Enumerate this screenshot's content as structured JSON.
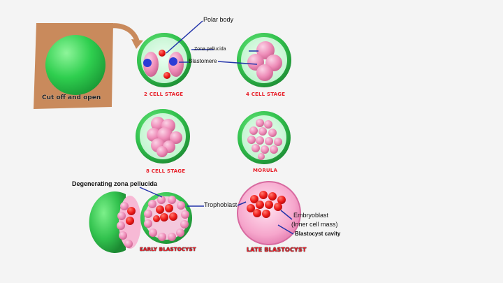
{
  "labels": {
    "cut_off": "Cut off and open",
    "polar_body": "Polar body",
    "zona_pellucida": "Zona pellucida",
    "blastomere": "Blastomere",
    "stage_2": "2 CELL STAGE",
    "stage_4": "4 CELL STAGE",
    "stage_8": "8 CELL STAGE",
    "morula": "MORULA",
    "degenerating": "Degenerating zona pellucida",
    "trophoblast": "Trophoblast",
    "embryoblast": "Embryoblast",
    "inner_cell_mass": "(Inner cell mass)",
    "blastocyst_cavity": "Blastocyst cavity",
    "early_blastocyst": "EARLY BLASTOCYST",
    "late_blastocyst": "LATE BLASTOCYST"
  },
  "colors": {
    "background": "#f4f4f4",
    "shell_green": "#3fd25a",
    "cell_pink": "#ef8fb8",
    "icm_red": "#ee1a1a",
    "label_red": "#e8202a",
    "pointer_blue": "#2233aa",
    "card_tan": "#c98a5c"
  }
}
